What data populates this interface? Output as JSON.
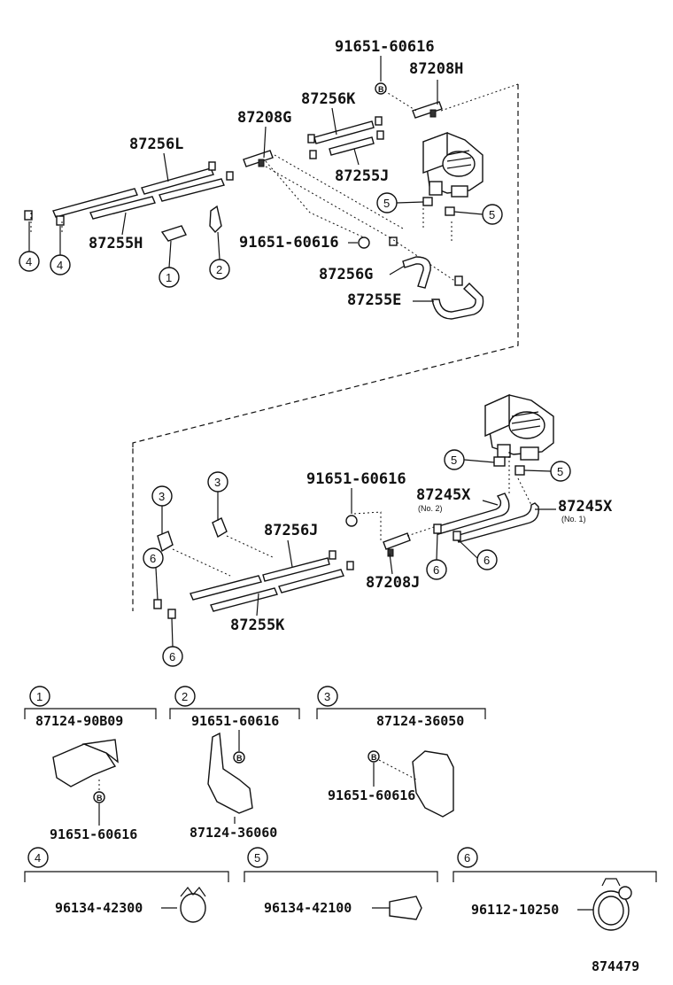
{
  "diagram": {
    "upper": {
      "bolt_top": "91651-60616",
      "connector_h": "87208H",
      "hose_k": "87256K",
      "connector_g": "87208G",
      "hose_l": "87256L",
      "hose_j_upper": "87255J",
      "hose_h": "87255H",
      "bolt_mid": "91651-60616",
      "hose_g": "87256G",
      "hose_e": "87255E"
    },
    "lower": {
      "bolt": "91651-60616",
      "hose_x": "87245X",
      "hose_x_no2": "(No. 2)",
      "hose_x_r": "87245X",
      "hose_x_no1": "(No. 1)",
      "hose_j": "87256J",
      "connector_j": "87208J",
      "hose_k_lower": "87255K"
    },
    "bolt_mark": "B",
    "callouts": [
      "1",
      "2",
      "3",
      "4",
      "5",
      "6"
    ]
  },
  "legend": {
    "item1": {
      "num": "1",
      "part": "87124-90B09",
      "bolt": "91651-60616"
    },
    "item2": {
      "num": "2",
      "bolt": "91651-60616",
      "part": "87124-36060"
    },
    "item3": {
      "num": "3",
      "part": "87124-36050",
      "bolt": "91651-60616"
    },
    "item4": {
      "num": "4",
      "part": "96134-42300"
    },
    "item5": {
      "num": "5",
      "part": "96134-42100"
    },
    "item6": {
      "num": "6",
      "part": "96112-10250"
    }
  },
  "figure_id": "874479"
}
